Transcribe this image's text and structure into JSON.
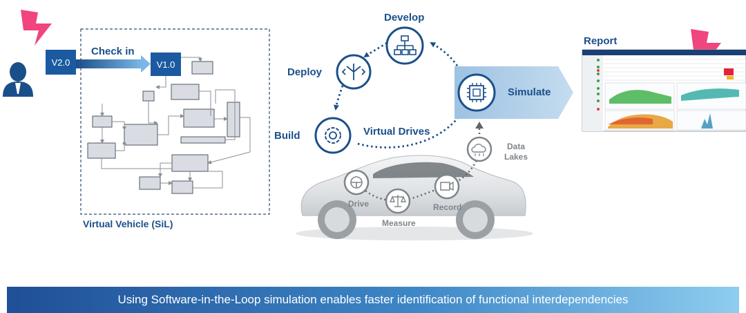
{
  "versions": {
    "new": "V2.0",
    "old": "V1.0"
  },
  "arrow_label": "Check in",
  "vehicle_caption": "Virtual Vehicle (SiL)",
  "cycle": {
    "develop": "Develop",
    "deploy": "Deploy",
    "build": "Build",
    "simulate": "Simulate",
    "virtual_drives": "Virtual Drives"
  },
  "car_steps": {
    "drive": "Drive",
    "measure": "Measure",
    "record": "Record"
  },
  "data_lakes": "Data Lakes",
  "report": "Report",
  "banner": "Using Software-in-the-Loop simulation enables faster identification of functional interdependencies",
  "icons": [
    "lightning-icon",
    "user-icon",
    "org-chart-icon",
    "deploy-icon",
    "gear-icon",
    "cpu-chip-icon",
    "steering-wheel-icon",
    "scale-icon",
    "camera-icon",
    "cloud-icon",
    "car-illustration"
  ],
  "colors": {
    "brand_blue": "#1b4f8a",
    "lightning_pink": "#f0457e",
    "light_blue": "#aecbe6"
  }
}
